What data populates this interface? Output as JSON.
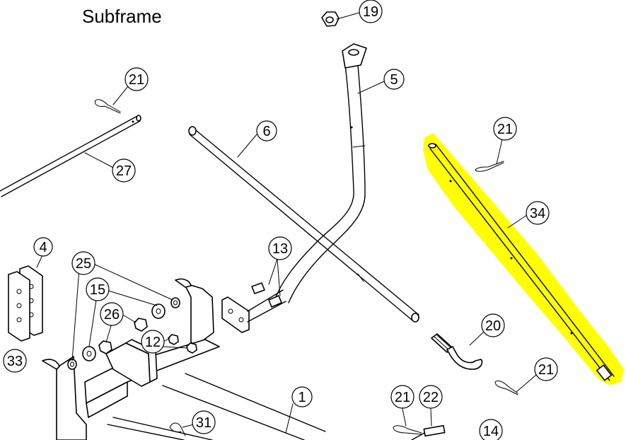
{
  "title": "Subframe",
  "highlight_color": "#ffff00",
  "callouts": [
    {
      "id": "c19",
      "label": "19"
    },
    {
      "id": "c5",
      "label": "5"
    },
    {
      "id": "c21a",
      "label": "21"
    },
    {
      "id": "c6",
      "label": "6"
    },
    {
      "id": "c27",
      "label": "27"
    },
    {
      "id": "c21b",
      "label": "21"
    },
    {
      "id": "c34",
      "label": "34"
    },
    {
      "id": "c4",
      "label": "4"
    },
    {
      "id": "c13",
      "label": "13"
    },
    {
      "id": "c25",
      "label": "25"
    },
    {
      "id": "c15",
      "label": "15"
    },
    {
      "id": "c26",
      "label": "26"
    },
    {
      "id": "c12",
      "label": "12"
    },
    {
      "id": "c20",
      "label": "20"
    },
    {
      "id": "c33",
      "label": "33"
    },
    {
      "id": "c21c",
      "label": "21"
    },
    {
      "id": "c1",
      "label": "1"
    },
    {
      "id": "c21d",
      "label": "21"
    },
    {
      "id": "c22",
      "label": "22"
    },
    {
      "id": "c31",
      "label": "31"
    },
    {
      "id": "c14",
      "label": "14"
    }
  ]
}
